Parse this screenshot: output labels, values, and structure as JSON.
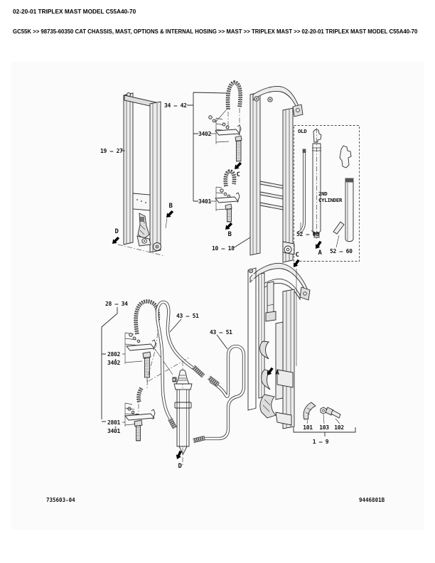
{
  "header": {
    "title": "02-20-01 TRIPLEX MAST MODEL C55A40-70",
    "breadcrumb": "GC55K >> 98735-60350 CAT CHASSIS, MAST, OPTIONS & INTERNAL HOSING >> MAST >> TRIPLEX MAST >> 02-20-01 TRIPLEX MAST MODEL C55A40-70"
  },
  "diagram": {
    "labels": {
      "inner_mast": "19 – 27",
      "upper_chains": "34 – 42",
      "hose_3402": "3402",
      "hose_3401": "3401",
      "mid_mast": "10 – 18",
      "old": "OLD",
      "second_cyl_1": "2ND",
      "second_cyl_2": "CYLINDER",
      "old_cyl": "52 – 60",
      "lower_chains": "28 – 34",
      "chain_2802": "2802",
      "chain_2801": "2801",
      "hoses": "43 – 51",
      "part_101": "101",
      "part_103": "103",
      "part_102": "102",
      "outer_mast": "1 – 9",
      "view_a": "A",
      "view_b": "B",
      "view_c": "C",
      "view_d": "D"
    }
  },
  "footer": {
    "doc_number": "735603-04",
    "figure_number": "9446801B"
  },
  "colors": {
    "line": "#2b2b2b",
    "panel": "#fbfbfb",
    "arrow": "#000000",
    "text": "#000000"
  }
}
